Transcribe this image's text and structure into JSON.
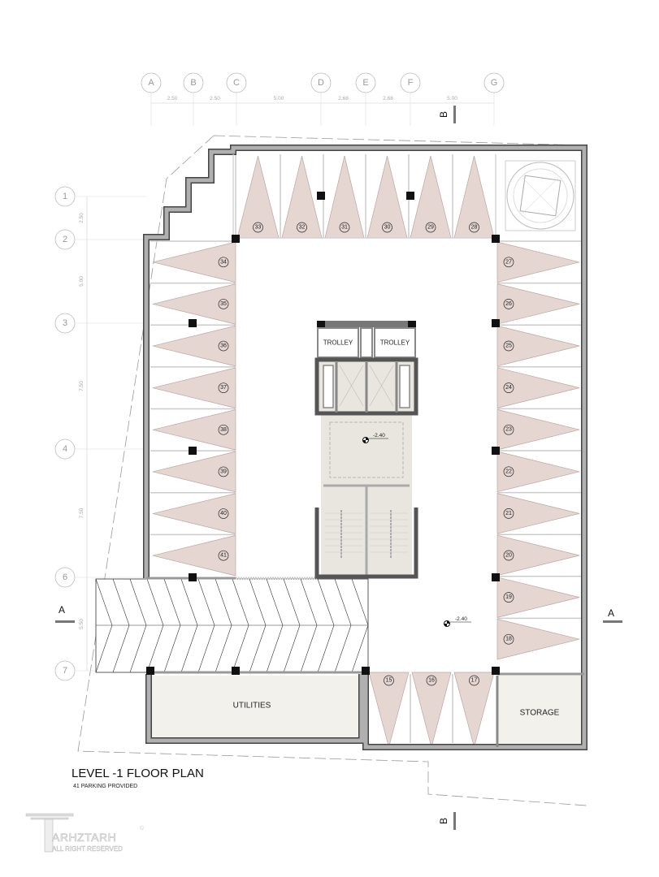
{
  "title": "LEVEL -1  FLOOR PLAN",
  "subtitle": "41 PARKING PROVIDED",
  "grid": {
    "columns": [
      "A",
      "B",
      "C",
      "D",
      "E",
      "F",
      "G"
    ],
    "column_dims": [
      "2.50",
      "2.50",
      "5.00",
      "2.68",
      "2.68",
      "5.00"
    ],
    "rows": [
      "1",
      "2",
      "3",
      "4",
      "6",
      "7"
    ],
    "row_dims": [
      "2.50",
      "5.00",
      "7.50",
      "7.50",
      "5.50"
    ]
  },
  "sections": {
    "top": "B",
    "bottom": "B",
    "left": "A",
    "right": "A"
  },
  "rooms": {
    "trolley_left": "TROLLEY",
    "trolley_right": "TROLLEY",
    "utilities": "UTILITIES",
    "storage": "STORAGE"
  },
  "elevations": {
    "core": "-2.40",
    "parking": "-2.40"
  },
  "stalls": {
    "top": [
      "33",
      "32",
      "31",
      "30",
      "29",
      "28"
    ],
    "left": [
      "34",
      "35",
      "36",
      "37",
      "38",
      "39",
      "40",
      "41"
    ],
    "right": [
      "27",
      "26",
      "25",
      "24",
      "23",
      "22",
      "21",
      "20",
      "19",
      "18"
    ],
    "bottom": [
      "15",
      "16",
      "17"
    ]
  },
  "logo": {
    "name": "ARHZTARH",
    "tagline": "ALL RIGHT RESERVED",
    "mark": "©"
  },
  "colors": {
    "stall_fill": "#e6d6d2",
    "wall": "#9a9a9a",
    "core_floor": "#e9e5df",
    "room_fill": "#f3f1ec"
  }
}
